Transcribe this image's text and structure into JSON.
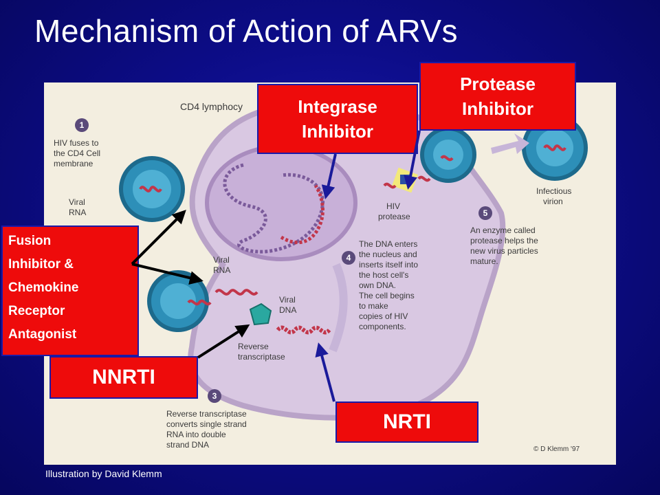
{
  "slide": {
    "title": "Mechanism of Action of ARVs",
    "caption": "Illustration by David Klemm"
  },
  "labels": {
    "integrase": [
      "Integrase",
      "Inhibitor"
    ],
    "protease": [
      "Protease",
      "Inhibitor"
    ],
    "fusion": [
      "Fusion",
      "Inhibitor &",
      "Chemokine",
      "Receptor",
      "Antagonist"
    ],
    "nnrti": "NNRTI",
    "nrti": "NRTI"
  },
  "figure": {
    "cd4_label": "CD4 lymphocy",
    "step1": {
      "num": "1",
      "lines": [
        "HIV fuses to",
        "the CD4 Cell",
        "membrane"
      ]
    },
    "viral_rna_left": [
      "Viral",
      "RNA"
    ],
    "viral_rna_inner": [
      "Viral",
      "RNA"
    ],
    "viral_dna": [
      "Viral",
      "DNA"
    ],
    "reverse_transcriptase": [
      "Reverse",
      "transcriptase"
    ],
    "step3": {
      "num": "3",
      "lines": [
        "Reverse transcriptase",
        "converts single strand",
        "RNA into double",
        "strand DNA"
      ]
    },
    "step4": {
      "num": "4",
      "lines": [
        "The DNA enters",
        "the nucleus and",
        "inserts itself into",
        "the host cell's",
        "own DNA.",
        "The cell begins",
        "to make",
        "copies of HIV",
        "components."
      ]
    },
    "hiv_protease": [
      "HIV",
      "protease"
    ],
    "step5": {
      "num": "5",
      "lines": [
        "An enzyme called",
        "protease helps the",
        "new virus particles",
        "mature."
      ]
    },
    "infectious_virion": [
      "Infectious",
      "virion"
    ],
    "copyright": "© D Klemm '97"
  },
  "colors": {
    "label_fill": "#ee0b0b",
    "label_border": "#1a1aa8",
    "arrow_blue": "#1a1a9a",
    "cell_fill": "#d9c8e2",
    "virus_blue": "#2d8fb8"
  }
}
